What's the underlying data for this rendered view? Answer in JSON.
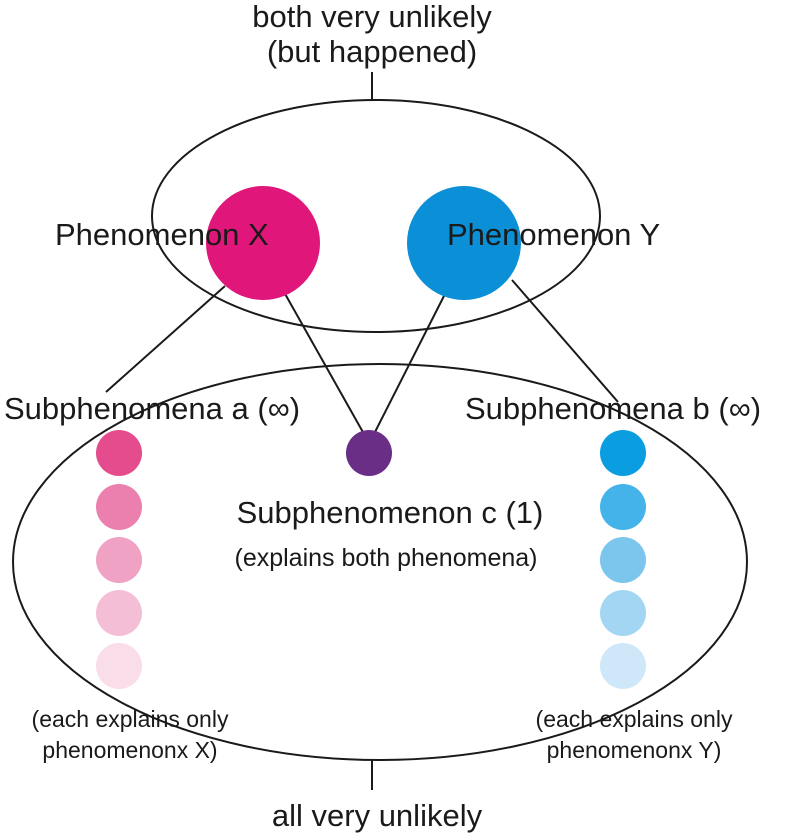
{
  "top_label": {
    "line1": "both very unlikely",
    "line2": "(but happened)"
  },
  "phenomena": {
    "x": {
      "label": "Phenomenon X",
      "color": "#e0167a"
    },
    "y": {
      "label": "Phenomenon Y",
      "color": "#0b90d8"
    }
  },
  "subphenomena": {
    "a": {
      "label": "Subphenomena a (∞)",
      "note_line1": "(each explains only",
      "note_line2": "phenomenonx X)",
      "colors": [
        "#e44c8e",
        "#eb7fad",
        "#f0a2c4",
        "#f4bed7",
        "#f9dde9"
      ]
    },
    "b": {
      "label": "Subphenomena b (∞)",
      "note_line1": "(each explains only",
      "note_line2": "phenomenonx Y)",
      "colors": [
        "#0a9ee0",
        "#44b3ea",
        "#7cc6ee",
        "#a3d6f3",
        "#cfe8f9"
      ]
    },
    "c": {
      "label": "Subphenomenon c (1)",
      "note": "(explains both phenomena)",
      "color": "#6a2e86"
    }
  },
  "bottom_label": "all very unlikely"
}
